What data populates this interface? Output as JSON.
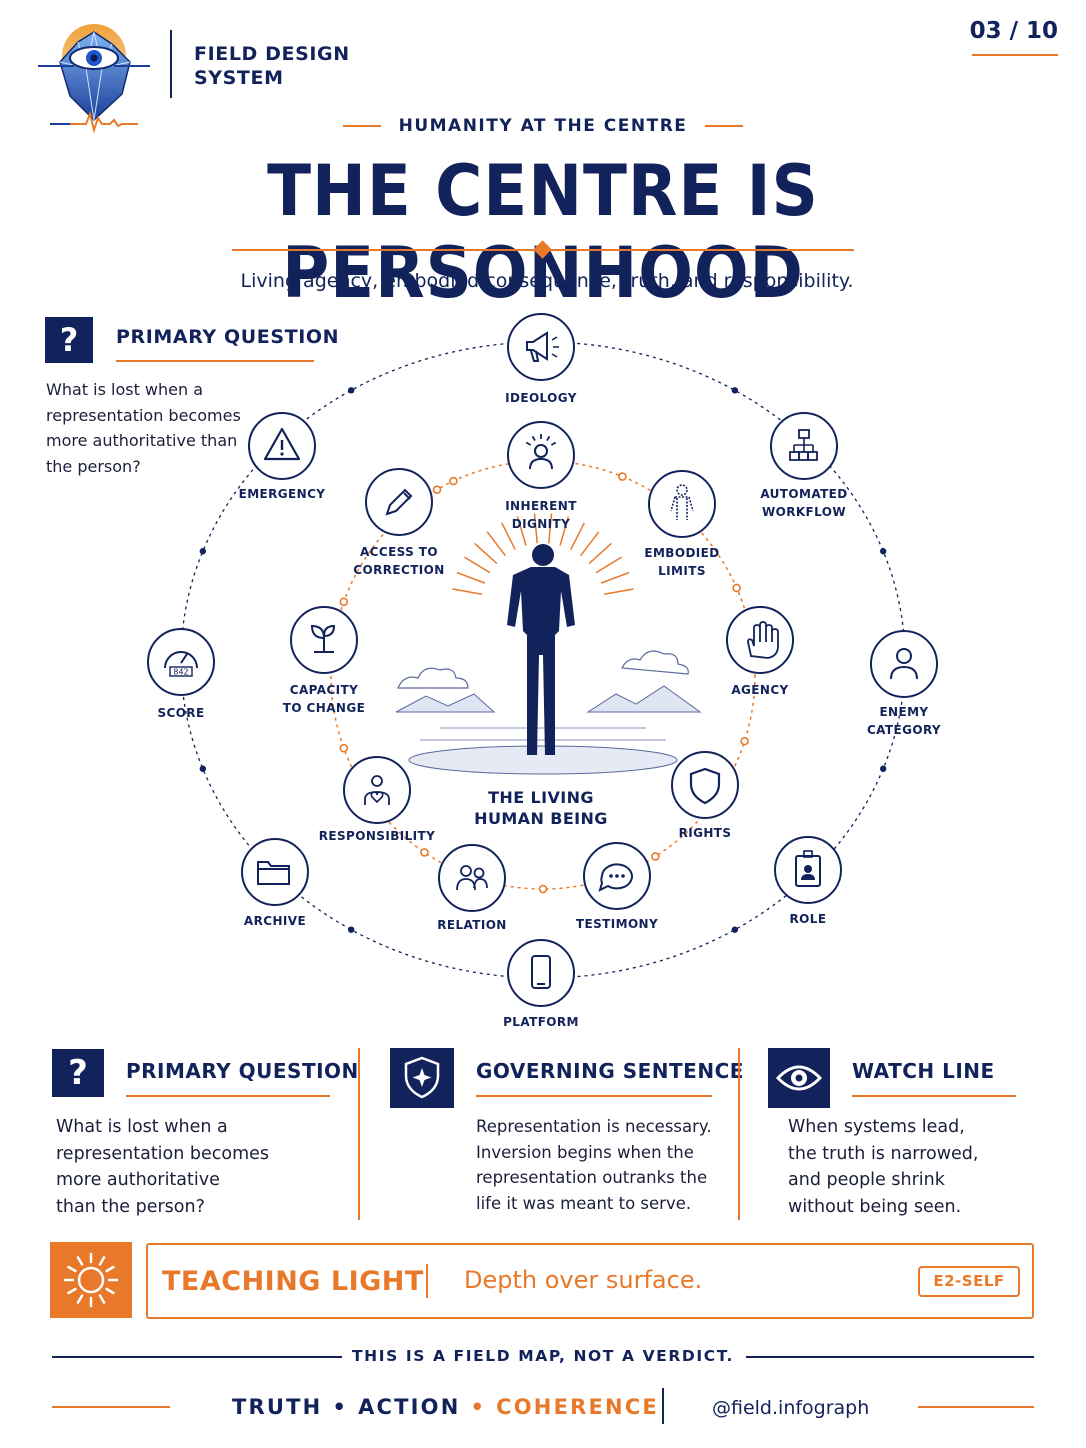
{
  "colors": {
    "navy": "#12225a",
    "orange": "#e8792a",
    "background": "#ffffff"
  },
  "header": {
    "brand": "FIELD DESIGN SYSTEM",
    "brand_line1": "FIELD DESIGN",
    "brand_line2": "SYSTEM",
    "logo_icon": "eye-crystal-logo",
    "page_counter": "03 / 10",
    "kicker": "HUMANITY AT THE CENTRE",
    "title": "THE CENTRE IS PERSONHOOD",
    "subtitle": "Living agency, embodied consequence, truth, and responsibility."
  },
  "primary_question_side": {
    "icon": "question-icon",
    "title": "PRIMARY QUESTION",
    "text": "What is lost when a representation becomes more authoritative than the person?"
  },
  "diagram": {
    "center_label_line1": "THE LIVING",
    "center_label_line2": "HUMAN BEING",
    "center_icon": "standing-person-figure",
    "inner_ring": [
      {
        "label": [
          "INHERENT",
          "DIGNITY"
        ],
        "icon": "radiant-person-icon"
      },
      {
        "label": [
          "EMBODIED",
          "LIMITS"
        ],
        "icon": "body-outline-icon"
      },
      {
        "label": [
          "AGENCY"
        ],
        "icon": "raised-hand-icon"
      },
      {
        "label": [
          "RIGHTS"
        ],
        "icon": "shield-icon"
      },
      {
        "label": [
          "TESTIMONY"
        ],
        "icon": "speech-bubble-icon"
      },
      {
        "label": [
          "RELATION"
        ],
        "icon": "people-icon"
      },
      {
        "label": [
          "RESPONSIBILITY"
        ],
        "icon": "person-heart-icon"
      },
      {
        "label": [
          "CAPACITY",
          "TO CHANGE"
        ],
        "icon": "sprout-icon"
      },
      {
        "label": [
          "ACCESS TO",
          "CORRECTION"
        ],
        "icon": "pencil-icon"
      }
    ],
    "outer_ring": [
      {
        "label": [
          "IDEOLOGY"
        ],
        "icon": "megaphone-icon"
      },
      {
        "label": [
          "AUTOMATED",
          "WORKFLOW"
        ],
        "icon": "hierarchy-icon"
      },
      {
        "label": [
          "ENEMY",
          "CATEGORY"
        ],
        "icon": "person-outline-icon"
      },
      {
        "label": [
          "ROLE"
        ],
        "icon": "id-badge-icon"
      },
      {
        "label": [
          "PLATFORM"
        ],
        "icon": "smartphone-icon"
      },
      {
        "label": [
          "ARCHIVE"
        ],
        "icon": "folder-icon"
      },
      {
        "label": [
          "SCORE"
        ],
        "icon": "gauge-icon",
        "gauge_value": "842"
      },
      {
        "label": [
          "EMERGENCY"
        ],
        "icon": "warning-icon"
      }
    ]
  },
  "columns": {
    "primary_question": {
      "icon": "question-icon",
      "title": "PRIMARY QUESTION",
      "lines": [
        "What is lost when a",
        "representation becomes",
        "more authoritative",
        "than the person?"
      ]
    },
    "governing_sentence": {
      "icon": "star-shield-icon",
      "title": "GOVERNING SENTENCE",
      "lines": [
        "Representation is necessary.",
        "Inversion begins when the",
        "representation outranks the",
        "life it was meant to serve."
      ]
    },
    "watch_line": {
      "icon": "eye-icon",
      "title": "WATCH LINE",
      "lines": [
        "When systems lead,",
        "the truth is narrowed,",
        "and people shrink",
        "without being seen."
      ]
    }
  },
  "teaching_light": {
    "icon": "sun-icon",
    "label": "TEACHING LIGHT",
    "text": "Depth over surface.",
    "badge": "E2-SELF"
  },
  "footer": {
    "field_map": "THIS IS A FIELD MAP, NOT A VERDICT.",
    "values": [
      "TRUTH",
      "ACTION",
      "COHERENCE"
    ],
    "separator": "•",
    "handle": "@field.infograph"
  }
}
